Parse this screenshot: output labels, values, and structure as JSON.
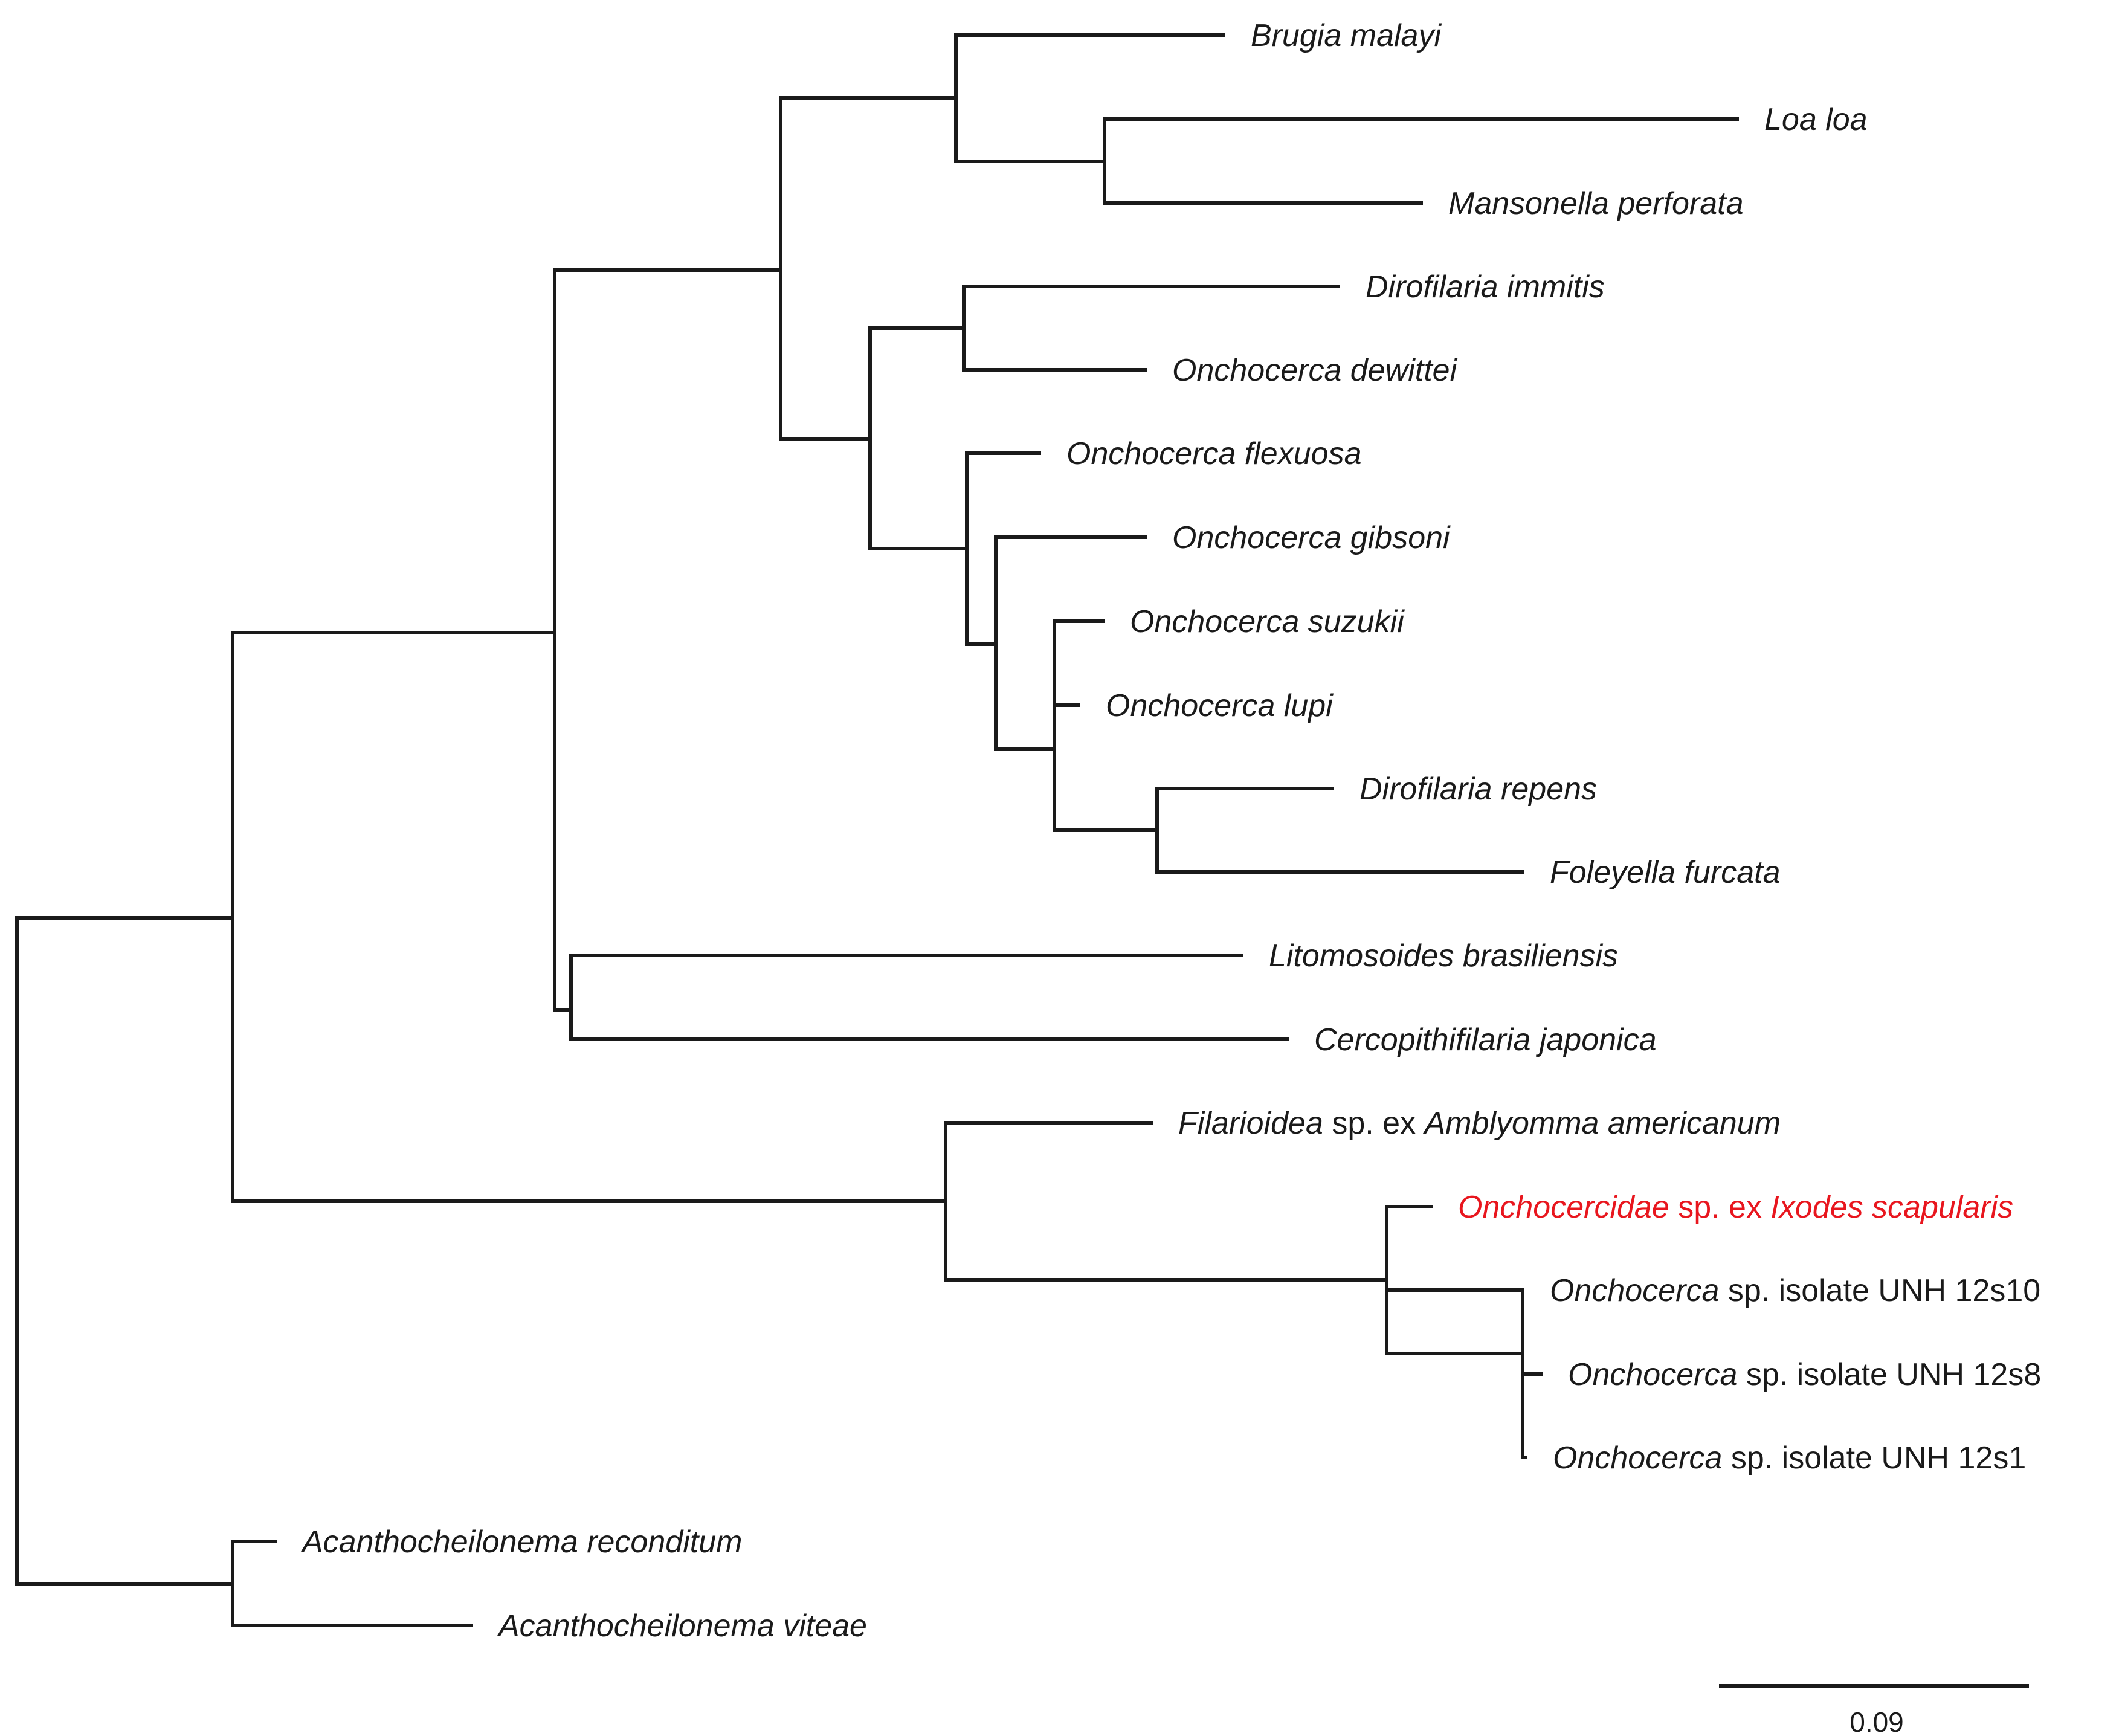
{
  "tree": {
    "highlight_color": "#e8161e",
    "line_color": "#1a1a1a",
    "taxa": {
      "brugia_malayi": [
        {
          "t": "Brugia malayi",
          "i": true
        }
      ],
      "loa_loa": [
        {
          "t": "Loa loa",
          "i": true
        }
      ],
      "mansonella_perforata": [
        {
          "t": "Mansonella perforata",
          "i": true
        }
      ],
      "dirofilaria_immitis": [
        {
          "t": "Dirofilaria immitis",
          "i": true
        }
      ],
      "onchocerca_dewittei": [
        {
          "t": "Onchocerca dewittei",
          "i": true
        }
      ],
      "onchocerca_flexuosa": [
        {
          "t": "Onchocerca flexuosa",
          "i": true
        }
      ],
      "onchocerca_gibsoni": [
        {
          "t": "Onchocerca gibsoni",
          "i": true
        }
      ],
      "onchocerca_suzukii": [
        {
          "t": "Onchocerca suzukii",
          "i": true
        }
      ],
      "onchocerca_lupi": [
        {
          "t": "Onchocerca lupi",
          "i": true
        }
      ],
      "dirofilaria_repens": [
        {
          "t": "Dirofilaria repens",
          "i": true
        }
      ],
      "foleyella_furcata": [
        {
          "t": "Foleyella furcata",
          "i": true
        }
      ],
      "litomosoides_brasiliensis": [
        {
          "t": "Litomosoides brasiliensis",
          "i": true
        }
      ],
      "cercopithifilaria_japonica": [
        {
          "t": "Cercopithifilaria japonica",
          "i": true
        }
      ],
      "filarioidea_ex_amblyomma": [
        {
          "t": "Filarioidea",
          "i": true
        },
        {
          "t": " sp. ex ",
          "i": false
        },
        {
          "t": "Amblyomma americanum",
          "i": true
        }
      ],
      "onchocercidae_ex_ixodes": [
        {
          "t": "Onchocercidae",
          "i": true
        },
        {
          "t": " sp. ex ",
          "i": false
        },
        {
          "t": "Ixodes scapularis",
          "i": true
        }
      ],
      "onchocerca_unh_12s10": [
        {
          "t": "Onchocerca",
          "i": true
        },
        {
          "t": " sp. isolate UNH 12s10",
          "i": false
        }
      ],
      "onchocerca_unh_12s8": [
        {
          "t": "Onchocerca",
          "i": true
        },
        {
          "t": " sp. isolate UNH 12s8",
          "i": false
        }
      ],
      "onchocerca_unh_12s1": [
        {
          "t": "Onchocerca",
          "i": true
        },
        {
          "t": " sp. isolate UNH 12s1",
          "i": false
        }
      ],
      "acanthocheilonema_reconditum": [
        {
          "t": "Acanthocheilonema reconditum",
          "i": true
        }
      ],
      "acanthocheilonema_viteae": [
        {
          "t": "Acanthocheilonema viteae",
          "i": true
        }
      ]
    },
    "highlighted_taxon": "onchocercidae_ex_ixodes"
  },
  "scale_bar": {
    "label": "0.09"
  }
}
